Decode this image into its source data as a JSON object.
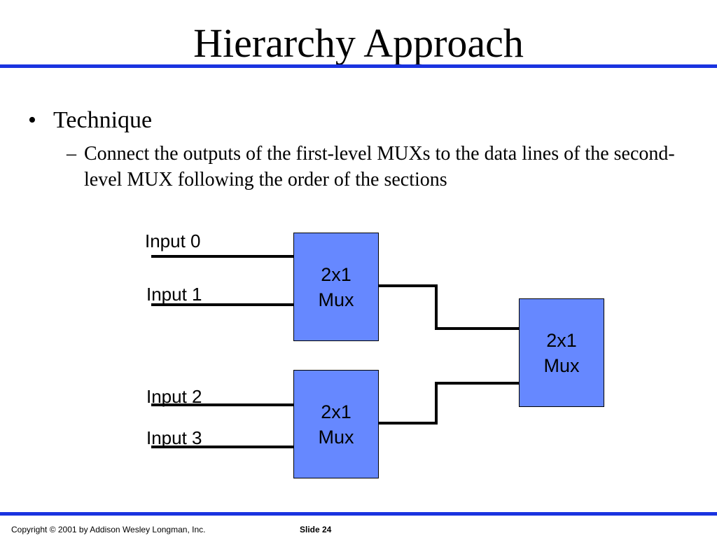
{
  "slide": {
    "title": "Hierarchy Approach",
    "bullet": "Technique",
    "bullet_marker": "•",
    "sub_marker": "–",
    "sub_bullet": "Connect the outputs of the first-level MUXs to the data lines of the second-level MUX following the order of the sections"
  },
  "diagram": {
    "inputs": [
      "Input 0",
      "Input 1",
      "Input 2",
      "Input 3"
    ],
    "mux_top": {
      "line1": "2x1",
      "line2": "Mux"
    },
    "mux_bottom": {
      "line1": "2x1",
      "line2": "Mux"
    },
    "mux_second": {
      "line1": "2x1",
      "line2": "Mux"
    },
    "colors": {
      "mux_fill": "#6688ff",
      "rule": "#1a33e0"
    }
  },
  "footer": {
    "copyright": "Copyright © 2001 by Addison Wesley Longman, Inc.",
    "slide_number": "Slide 24"
  }
}
